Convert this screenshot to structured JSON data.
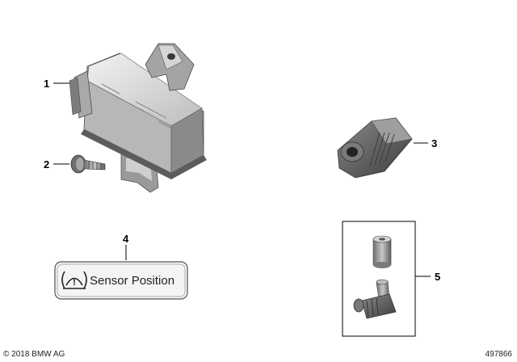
{
  "callouts": {
    "part1": "1",
    "part2": "2",
    "part3": "3",
    "part4": "4",
    "part5": "5"
  },
  "sticker": {
    "label": "Sensor Position",
    "warning_glyph": "!"
  },
  "footer": {
    "copyright": "© 2018 BMW AG",
    "diagram_number": "497866"
  },
  "icons": [
    "tpms-warning-icon"
  ]
}
